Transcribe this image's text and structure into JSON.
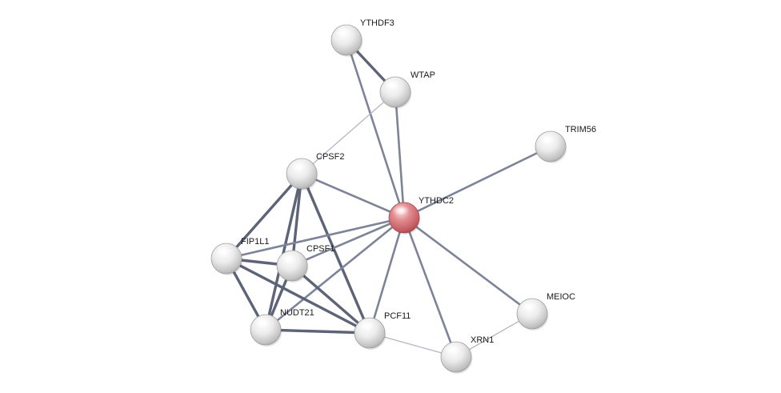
{
  "network": {
    "nodes": [
      {
        "id": "YTHDF3",
        "label": "YTHDF3",
        "query": false
      },
      {
        "id": "WTAP",
        "label": "WTAP",
        "query": false
      },
      {
        "id": "TRIM56",
        "label": "TRIM56",
        "query": false
      },
      {
        "id": "CPSF2",
        "label": "CPSF2",
        "query": false
      },
      {
        "id": "YTHDC2",
        "label": "YTHDC2",
        "query": true
      },
      {
        "id": "FIP1L1",
        "label": "FIP1L1",
        "query": false
      },
      {
        "id": "CPSF1",
        "label": "CPSF1",
        "query": false
      },
      {
        "id": "MEIOC",
        "label": "MEIOC",
        "query": false
      },
      {
        "id": "NUDT21",
        "label": "NUDT21",
        "query": false
      },
      {
        "id": "PCF11",
        "label": "PCF11",
        "query": false
      },
      {
        "id": "XRN1",
        "label": "XRN1",
        "query": false
      }
    ],
    "edges": [
      {
        "source": "YTHDF3",
        "target": "WTAP",
        "strength": "strong"
      },
      {
        "source": "YTHDF3",
        "target": "YTHDC2",
        "strength": "medium"
      },
      {
        "source": "WTAP",
        "target": "YTHDC2",
        "strength": "medium"
      },
      {
        "source": "WTAP",
        "target": "CPSF2",
        "strength": "weak"
      },
      {
        "source": "TRIM56",
        "target": "YTHDC2",
        "strength": "medium"
      },
      {
        "source": "CPSF2",
        "target": "YTHDC2",
        "strength": "medium"
      },
      {
        "source": "CPSF2",
        "target": "FIP1L1",
        "strength": "strong"
      },
      {
        "source": "CPSF2",
        "target": "CPSF1",
        "strength": "strong"
      },
      {
        "source": "CPSF2",
        "target": "NUDT21",
        "strength": "strong"
      },
      {
        "source": "CPSF2",
        "target": "PCF11",
        "strength": "strong"
      },
      {
        "source": "YTHDC2",
        "target": "FIP1L1",
        "strength": "medium"
      },
      {
        "source": "YTHDC2",
        "target": "CPSF1",
        "strength": "medium"
      },
      {
        "source": "YTHDC2",
        "target": "NUDT21",
        "strength": "medium"
      },
      {
        "source": "YTHDC2",
        "target": "PCF11",
        "strength": "medium"
      },
      {
        "source": "YTHDC2",
        "target": "XRN1",
        "strength": "medium"
      },
      {
        "source": "YTHDC2",
        "target": "MEIOC",
        "strength": "medium"
      },
      {
        "source": "FIP1L1",
        "target": "CPSF1",
        "strength": "strong"
      },
      {
        "source": "FIP1L1",
        "target": "NUDT21",
        "strength": "strong"
      },
      {
        "source": "FIP1L1",
        "target": "PCF11",
        "strength": "strong"
      },
      {
        "source": "CPSF1",
        "target": "NUDT21",
        "strength": "strong"
      },
      {
        "source": "CPSF1",
        "target": "PCF11",
        "strength": "strong"
      },
      {
        "source": "NUDT21",
        "target": "PCF11",
        "strength": "strong"
      },
      {
        "source": "PCF11",
        "target": "XRN1",
        "strength": "weak"
      },
      {
        "source": "XRN1",
        "target": "MEIOC",
        "strength": "weak"
      }
    ]
  },
  "colors": {
    "edge_strong": "#5e6478",
    "edge_medium": "#7d8498",
    "edge_weak": "#b3b7c4",
    "query_node": "#d96b70",
    "node": "#d9d9d9",
    "label": "#1a1a1a"
  }
}
